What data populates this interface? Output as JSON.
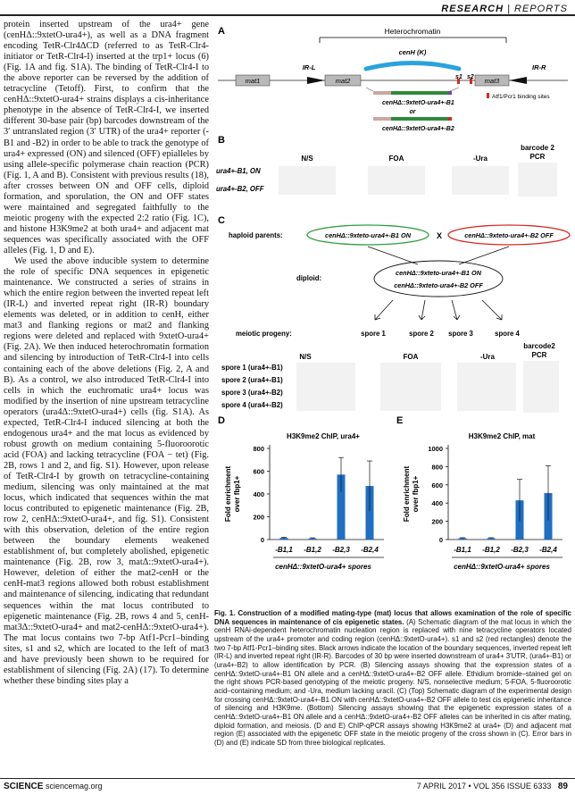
{
  "header": {
    "section": "RESEARCH",
    "subsection": "REPORTS"
  },
  "body_paragraphs": [
    "protein inserted upstream of the ura4+ gene (cenHΔ::9xtetO-ura4+), as well as a DNA fragment encoding TetR-Clr4ΔCD (referred to as TetR-Clr4-initiator or TetR-Clr4-I) inserted at the trp1+ locus (6) (Fig. 1A and fig. S1A). The binding of TetR-Clr4-I to the above reporter can be reversed by the addition of tetracycline (Tetoff). First, to confirm that the cenHΔ::9xtetO-ura4+ strains displays a cis-inheritance phenotype in the absence of TetR-Clr4-I, we inserted different 30-base pair (bp) barcodes downstream of the 3′ untranslated region (3′ UTR) of the ura4+ reporter (-B1 and -B2) in order to be able to track the genotype of ura4+ expressed (ON) and silenced (OFF) epialleles by using allele-specific polymerase chain reaction (PCR) (Fig. 1, A and B). Consistent with previous results (18), after crosses between ON and OFF cells, diploid formation, and sporulation, the ON and OFF states were maintained and segregated faithfully to the meiotic progeny with the expected 2:2 ratio (Fig. 1C), and histone H3K9me2 at both ura4+ and adjacent mat sequences was specifically associated with the OFF alleles (Fig. 1, D and E).",
    "We used the above inducible system to determine the role of specific DNA sequences in epigenetic maintenance. We constructed a series of strains in which the entire region between the inverted repeat left (IR-L) and inverted repeat right (IR-R) boundary elements was deleted, or in addition to cenH, either mat3 and flanking regions or mat2 and flanking regions were deleted and replaced with 9xtetO-ura4+ (Fig. 2A). We then induced heterochromatin formation and silencing by introduction of TetR-Clr4-I into cells containing each of the above deletions (Fig. 2, A and B). As a control, we also introduced TetR-Clr4-I into cells in which the euchromatic ura4+ locus was modified by the insertion of nine upstream tetracycline operators (ura4Δ::9xtetO-ura4+) cells (fig. S1A). As expected, TetR-Clr4-I induced silencing at both the endogenous ura4+ and the mat locus as evidenced by robust growth on medium containing 5-fluoroorotic acid (FOA) and lacking tetracycline (FOA − tet) (Fig. 2B, rows 1 and 2, and fig. S1). However, upon release of TetR-Clr4-I by growth on tetracycline-containing medium, silencing was only maintained at the mat locus, which indicated that sequences within the mat locus contributed to epigenetic maintenance (Fig. 2B, row 2, cenHΔ::9xtetO-ura4+, and fig. S1). Consistent with this observation, deletion of the entire region between the boundary elements weakened establishment of, but completely abolished, epigenetic maintenance (Fig. 2B, row 3, matΔ::9xtetO-ura4+). However, deletion of either the mat2-cenH or the cenH-mat3 regions allowed both robust establishment and maintenance of silencing, indicating that redundant sequences within the mat locus contributed to epigenetic maintenance (Fig. 2B, rows 4 and 5, cenH-mat3Δ::9xtetO-ura4+ and mat2-cenHΔ::9xtetO-ura4+). The mat locus contains two 7-bp Atf1-Pcr1–binding sites, s1 and s2, which are located to the left of mat3 and have previously been shown to be required for establishment of silencing (Fig. 2A) (17). To determine whether these binding sites play a"
  ],
  "figure": {
    "panelA": {
      "label": "A",
      "heterochromatin_label": "Heterochromatin",
      "labels": {
        "irl": "IR-L",
        "irr": "IR-R",
        "mat1": "mat1",
        "mat2": "mat2",
        "mat3": "mat3",
        "cenh": "cenH (K)",
        "s1": "s1",
        "s2": "s2",
        "b1": "cenHΔ::9xtetO-ura4+-B1",
        "or": "or",
        "b2": "cenHΔ::9xtetO-ura4+-B2",
        "legend": "Atf1/Pcr1 binding sites"
      }
    },
    "panelB": {
      "label": "B",
      "cols": [
        "N/S",
        "FOA",
        "-Ura",
        "barcode 2",
        "PCR"
      ],
      "rows": [
        "ura4+-B1, ON",
        "ura4+-B2, OFF"
      ]
    },
    "panelC": {
      "label": "C",
      "haploid_label": "haploid parents:",
      "parent_on": "cenHΔ::9xteto-ura4+-B1 ON",
      "cross": "X",
      "parent_off": "cenHΔ::9xteto-ura4+-B2 OFF",
      "diploid_label": "diploid:",
      "diploid_on": "cenHΔ::9xteto-ura4+-B1 ON",
      "diploid_off": "cenHΔ::9xteto-ura4+-B2 OFF",
      "meiotic_label": "meiotic progeny:",
      "spores": [
        "spore 1",
        "spore 2",
        "spore 3",
        "spore 4"
      ],
      "cols": [
        "N/S",
        "FOA",
        "-Ura",
        "barcode2",
        "PCR"
      ],
      "rows": [
        "spore 1 (ura4+-B1)",
        "spore 2 (ura4+-B1)",
        "spore 3 (ura4+-B2)",
        "spore 4 (ura4+-B2)"
      ]
    },
    "panelD": {
      "label": "D"
    },
    "panelE": {
      "label": "E"
    }
  },
  "chart_data": [
    {
      "type": "bar",
      "title": "H3K9me2 ChIP, ura4+",
      "categories": [
        "-B1,1",
        "-B1,2",
        "-B2,3",
        "-B2,4"
      ],
      "values": [
        15,
        10,
        570,
        470
      ],
      "errors": [
        5,
        5,
        150,
        220
      ],
      "ylabel": "Fold enrichment over fbp1+",
      "xlabel": "cenHΔ::9xtetO-ura4+ spores",
      "ylim": [
        0,
        800
      ],
      "yticks": [
        0,
        200,
        400,
        600,
        800
      ],
      "color": "#1f6fc4"
    },
    {
      "type": "bar",
      "title": "H3K9me2 ChIP, mat",
      "categories": [
        "-B1,1",
        "-B1,2",
        "-B2,3",
        "-B2,4"
      ],
      "values": [
        15,
        15,
        430,
        510
      ],
      "errors": [
        5,
        5,
        230,
        300
      ],
      "ylabel": "Fold enrichment over fbp1+",
      "xlabel": "cenHΔ::9xtetO-ura4+ spores",
      "ylim": [
        0,
        1000
      ],
      "yticks": [
        0,
        200,
        400,
        600,
        800,
        1000
      ],
      "color": "#1f6fc4"
    }
  ],
  "caption": {
    "bold": "Fig. 1. Construction of a modified mating-type (mat) locus that allows examination of the role of specific DNA sequences in maintenance of cis epigenetic states.",
    "text": " (A) Schematic diagram of the mat locus in which the cenH RNAi-dependent heterochromatin nucleation region is replaced with nine tetracycline operators located upstream of the ura4+ promoter and coding region (cenHΔ::9xtetO-ura4+). s1 and s2 (red rectangles) denote the two 7-bp Atf1-Pcr1–binding sites. Black arrows indicate the location of the boundary sequences, inverted repeat left (IR-L) and inverted repeat right (IR-R). Barcodes of 30 bp were inserted downstream of ura4+ 3′UTR, (ura4+-B1) or (ura4+-B2) to allow identification by PCR. (B) Silencing assays showing that the expression states of a cenHΔ::9xtetO-ura4+-B1 ON allele and a cenHΔ::9xtetO-ura4+-B2 OFF allele. Ethidium bromide–stained gel on the right shows PCR-based genotyping of the meiotic progeny. N/S, nonselective medium; 5-FOA, 5-fluoroorotic acid–containing medium; and -Ura, medium lacking uracil. (C) (Top) Schematic diagram of the experimental design for crossing cenHΔ::9xtetO-ura4+-B1 ON with cenHΔ::9xtetO-ura4+-B2 OFF allele to test cis epigenetic inheritance of silencing and H3K9me. (Bottom) Silencing assays showing that the epigenetic expression states of a cenHΔ::9xtetO-ura4+-B1 ON allele and a cenHΔ::9xtetO-ura4+-B2 OFF alleles can be inherited in cis after mating, diploid formation, and meiosis. (D and E) ChIP-qPCR assays showing H3K9me2 at ura4+ (D) and adjacent mat region (E) associated with the epigenetic OFF state in the meiotic progeny of the cross shown in (C). Error bars in (D) and (E) indicate SD from three biological replicates."
  },
  "footer": {
    "journal": "SCIENCE",
    "site": "sciencemag.org",
    "issue": "7 APRIL 2017 • VOL 356 ISSUE 6333",
    "page": "89"
  }
}
